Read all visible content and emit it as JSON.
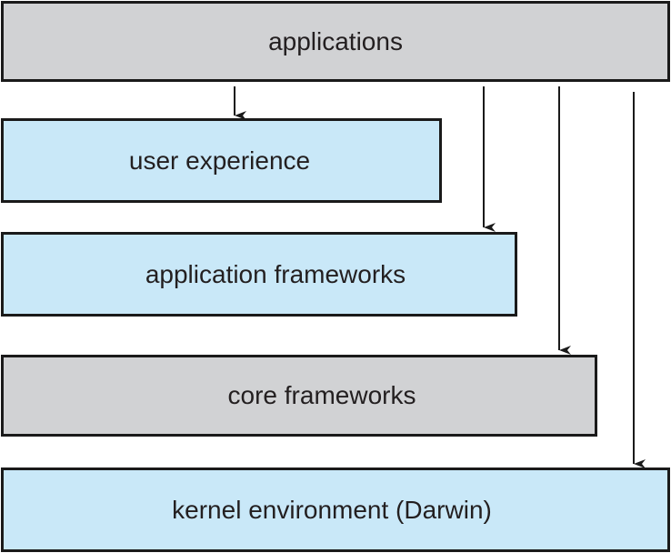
{
  "diagram": {
    "colors": {
      "gray_layer": "#d1d2d4",
      "blue_layer": "#c9e8f8",
      "border": "#1a1a1a",
      "arrow": "#1a1a1a",
      "text": "#231f20"
    },
    "layers": [
      {
        "id": "applications",
        "label": "applications",
        "color": "gray"
      },
      {
        "id": "user-experience",
        "label": "user experience",
        "color": "blue"
      },
      {
        "id": "application-frameworks",
        "label": "application frameworks",
        "color": "blue"
      },
      {
        "id": "core-frameworks",
        "label": "core frameworks",
        "color": "gray"
      },
      {
        "id": "kernel",
        "label": "kernel environment (Darwin)",
        "color": "blue"
      }
    ],
    "arrows": [
      {
        "from": "applications",
        "to": "user-experience"
      },
      {
        "from": "applications",
        "to": "application-frameworks"
      },
      {
        "from": "applications",
        "to": "core-frameworks"
      },
      {
        "from": "applications",
        "to": "kernel"
      }
    ]
  }
}
